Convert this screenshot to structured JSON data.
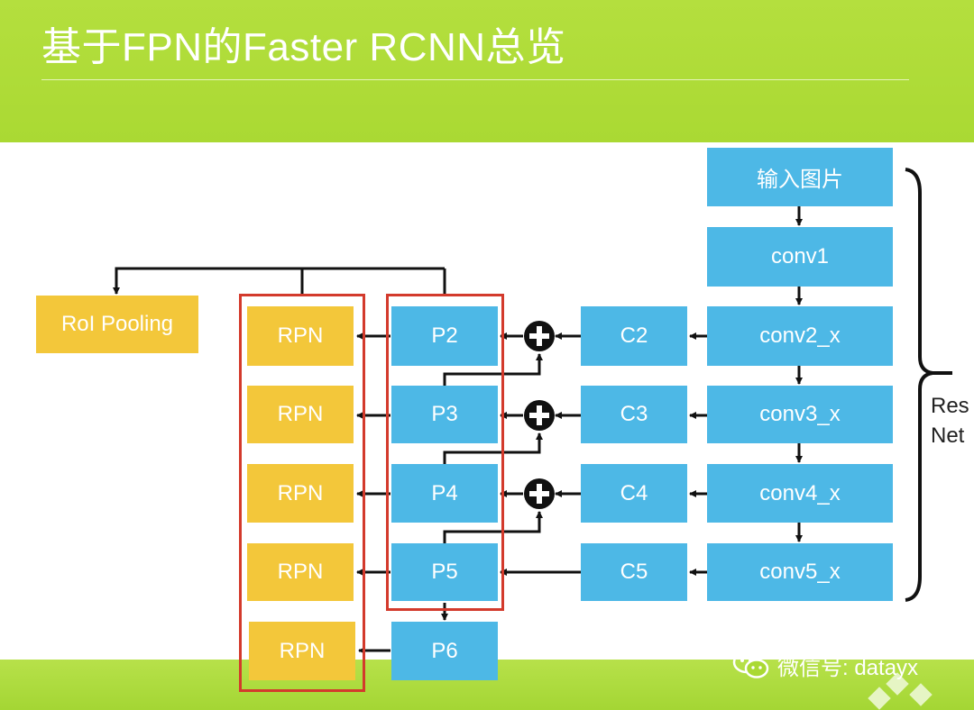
{
  "slide": {
    "title": "基于FPN的Faster RCNN总览"
  },
  "diagram": {
    "backbone": [
      "输入图片",
      "conv1",
      "conv2_x",
      "conv3_x",
      "conv4_x",
      "conv5_x"
    ],
    "lateral": [
      "C2",
      "C3",
      "C4",
      "C5"
    ],
    "pyramid": [
      "P2",
      "P3",
      "P4",
      "P5",
      "P6"
    ],
    "rpn": [
      "RPN",
      "RPN",
      "RPN",
      "RPN",
      "RPN"
    ],
    "roi_pooling": "RoI Pooling",
    "resnet_label": "Res\nNet",
    "colors": {
      "blue": "#4db8e6",
      "yellow": "#f3c73a",
      "red": "#d33a2c",
      "green": "#aad933"
    }
  },
  "watermark": {
    "icon": "wechat-icon",
    "text": "微信号: datayx"
  }
}
